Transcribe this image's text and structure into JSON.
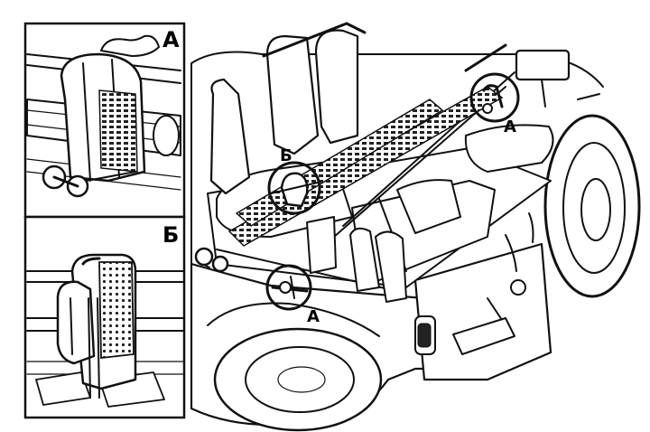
{
  "labels": {
    "inset_top": "А",
    "inset_bottom": "Б",
    "callout_rear": "А",
    "callout_center": "Б",
    "callout_front": "А"
  }
}
